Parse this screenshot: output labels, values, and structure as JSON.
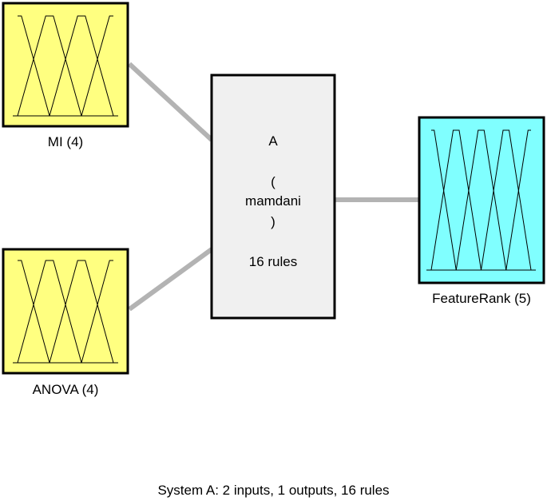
{
  "inputs": [
    {
      "name_label": "MI (4)",
      "mf_count": 4,
      "fill": "#ffff80"
    },
    {
      "name_label": "ANOVA (4)",
      "mf_count": 4,
      "fill": "#ffff80"
    }
  ],
  "output": {
    "name_label": "FeatureRank (5)",
    "mf_count": 5,
    "fill": "#80ffff"
  },
  "system": {
    "name": "A",
    "open_paren": "(",
    "type": "mamdani",
    "close_paren": ")",
    "rules": "16 rules",
    "fill": "#f0f0f0"
  },
  "footer": "System A: 2 inputs, 1 outputs, 16 rules",
  "colors": {
    "connector": "#b3b3b3",
    "border": "#000000"
  }
}
